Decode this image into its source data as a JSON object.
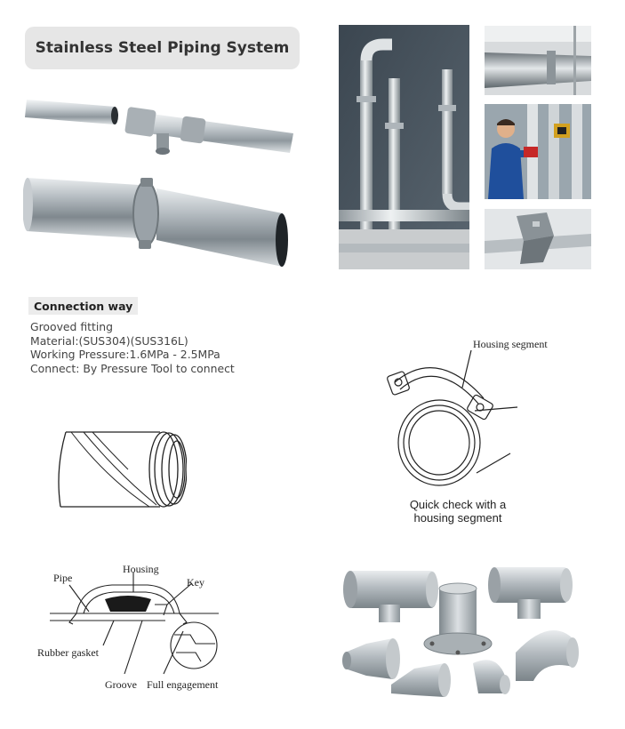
{
  "header": {
    "title": "Stainless Steel Piping System"
  },
  "connection": {
    "heading": "Connection way",
    "lines": [
      "Grooved fitting",
      "Material:(SUS304)(SUS316L)",
      "Working Pressure:1.6MPa - 2.5MPa",
      "Connect: By Pressure Tool to connect"
    ]
  },
  "housing_diagram": {
    "segment_label": "Housing segment",
    "caption_line1": "Quick check with a",
    "caption_line2": "housing segment"
  },
  "cross_section": {
    "pipe": "Pipe",
    "housing": "Housing",
    "key": "Key",
    "gasket": "Rubber gasket",
    "groove": "Groove",
    "engagement": "Full engagement"
  },
  "colors": {
    "title_bg": "#e6e6e6",
    "steel": "#b9bfc4",
    "wall": "#4a5560"
  }
}
